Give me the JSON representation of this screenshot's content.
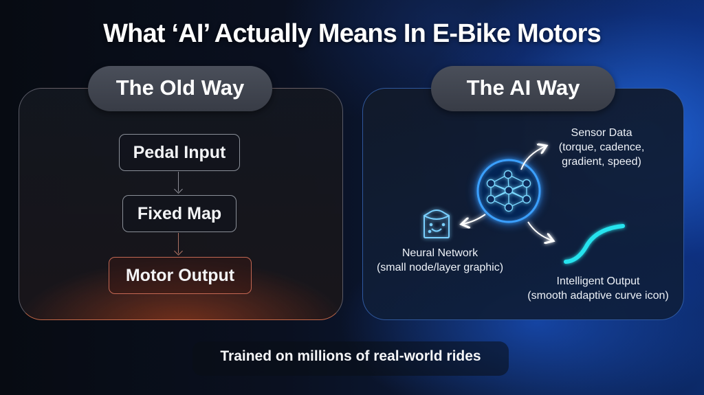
{
  "title": "What ‘AI’ Actually Means In E-Bike Motors",
  "old_way": {
    "heading": "The Old Way",
    "steps": [
      "Pedal Input",
      "Fixed Map",
      "Motor Output"
    ]
  },
  "ai_way": {
    "heading": "The AI Way",
    "center_icon": "neural-network-icon",
    "nodes": {
      "sensor": {
        "title": "Sensor Data",
        "line2": "(torque, cadence,",
        "line3": "gradient, speed)",
        "icon": "arrow-up-right-icon"
      },
      "neural": {
        "title": "Neural Network",
        "line2": "(small node/layer graphic)",
        "icon": "chip-face-icon"
      },
      "output": {
        "title": "Intelligent Output",
        "line2": "(smooth adaptive curve icon)",
        "icon": "s-curve-icon"
      }
    }
  },
  "footer": "Trained on millions of real-world rides",
  "colors": {
    "accent_blue": "#3a9bff",
    "glow_cyan": "#28e0f0",
    "old_accent": "#e0785a",
    "pill_bg": "#43474f"
  }
}
